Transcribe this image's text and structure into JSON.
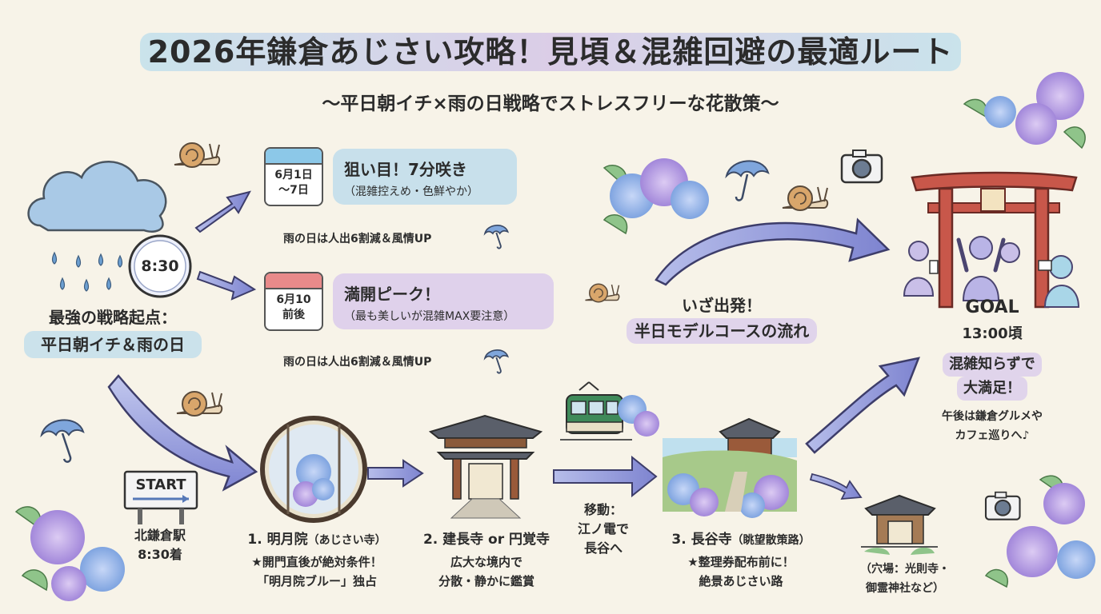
{
  "header": {
    "title": "2026年鎌倉あじさい攻略！見頃＆混雑回避の最適ルート",
    "subtitle": "〜平日朝イチ×雨の日戦略でストレスフリーな花散策〜"
  },
  "start_point": {
    "clock_time": "8:30",
    "line1": "最強の戦略起点：",
    "line2": "平日朝イチ＆雨の日"
  },
  "timing": [
    {
      "calendar_line1": "6月1日",
      "calendar_line2": "〜7日",
      "headline": "狙い目！7分咲き",
      "detail": "（混雑控えめ・色鮮やか）",
      "rain_note": "雨の日は人出6割減＆風情UP"
    },
    {
      "calendar_line1": "6月10",
      "calendar_line2": "前後",
      "headline": "満開ピーク！",
      "detail": "（最も美しいが混雑MAX要注意）",
      "rain_note": "雨の日は人出6割減＆風情UP"
    }
  ],
  "course_banner": {
    "line1": "いざ出発！",
    "line2": "半日モデルコースの流れ"
  },
  "start_sign": {
    "sign": "START",
    "station": "北鎌倉駅",
    "arrival": "8:30着"
  },
  "stops": [
    {
      "number": "1. 明月院",
      "suffix": "（あじさい寺）",
      "note1": "★開門直後が絶対条件！",
      "note2": "「明月院ブルー」独占"
    },
    {
      "number": "2. 建長寺 or 円覚寺",
      "suffix": "",
      "note1": "広大な境内で",
      "note2": "分散・静かに鑑賞"
    },
    {
      "number": "3. 長谷寺",
      "suffix": "（眺望散策路）",
      "note1": "★整理券配布前に！",
      "note2": "絶景あじさい路"
    }
  ],
  "transfer": {
    "line1": "移動：",
    "line2": "江ノ電で",
    "line3": "長谷へ"
  },
  "hidden_spots": {
    "line1": "（穴場：光則寺・",
    "line2": "御霊神社など）"
  },
  "goal": {
    "label": "GOAL",
    "time": "13:00頃",
    "line1": "混雑知らずで",
    "line2": "大満足！",
    "after1": "午後は鎌倉グルメや",
    "after2": "カフェ巡りへ♪"
  },
  "colors": {
    "background": "#f7f3e8",
    "hydrangea_blue": "#8cb4e8",
    "hydrangea_purple": "#b49ae0",
    "arrow": "#8e92d6",
    "torii_red": "#c8574a",
    "train_green": "#3f8a5a"
  },
  "icons": [
    "rain-cloud-icon",
    "clock-icon",
    "calendar-icon",
    "umbrella-icon",
    "snail-icon",
    "camera-icon",
    "torii-icon",
    "train-icon",
    "temple-icon",
    "round-window-icon",
    "hydrangea-icon",
    "people-cheering-icon",
    "arrow-icon"
  ]
}
